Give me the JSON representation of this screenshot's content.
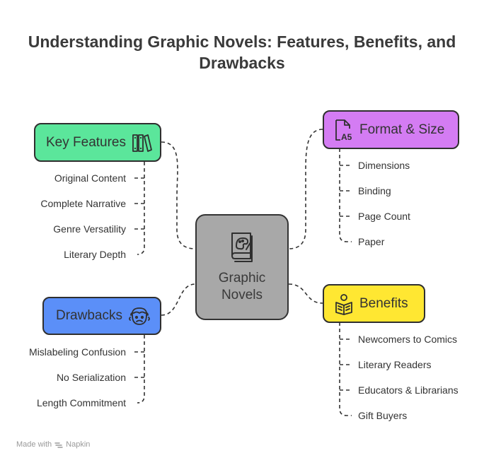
{
  "title_lines": [
    "Understanding Graphic Novels: Features, Benefits, and",
    "Drawbacks"
  ],
  "center": {
    "lines": [
      "Graphic",
      "Novels"
    ],
    "color": "#a8a8a8"
  },
  "branches": {
    "key_features": {
      "label": "Key Features",
      "color": "#5be69b",
      "icon": "books-icon",
      "items": [
        "Original Content",
        "Complete Narrative",
        "Genre Versatility",
        "Literary Depth"
      ]
    },
    "format_size": {
      "label": "Format & Size",
      "color": "#d47cf3",
      "icon": "a5-document-icon",
      "items": [
        "Dimensions",
        "Binding",
        "Page Count",
        "Paper"
      ]
    },
    "drawbacks": {
      "label": "Drawbacks",
      "color": "#5b8ff8",
      "icon": "worried-face-icon",
      "items": [
        "Mislabeling Confusion",
        "No Serialization",
        "Length Commitment"
      ]
    },
    "benefits": {
      "label": "Benefits",
      "color": "#ffe732",
      "icon": "reader-book-icon",
      "items": [
        "Newcomers to Comics",
        "Literary Readers",
        "Educators & Librarians",
        "Gift Buyers"
      ]
    }
  },
  "footer": {
    "prefix": "Made with",
    "brand": "Napkin"
  }
}
